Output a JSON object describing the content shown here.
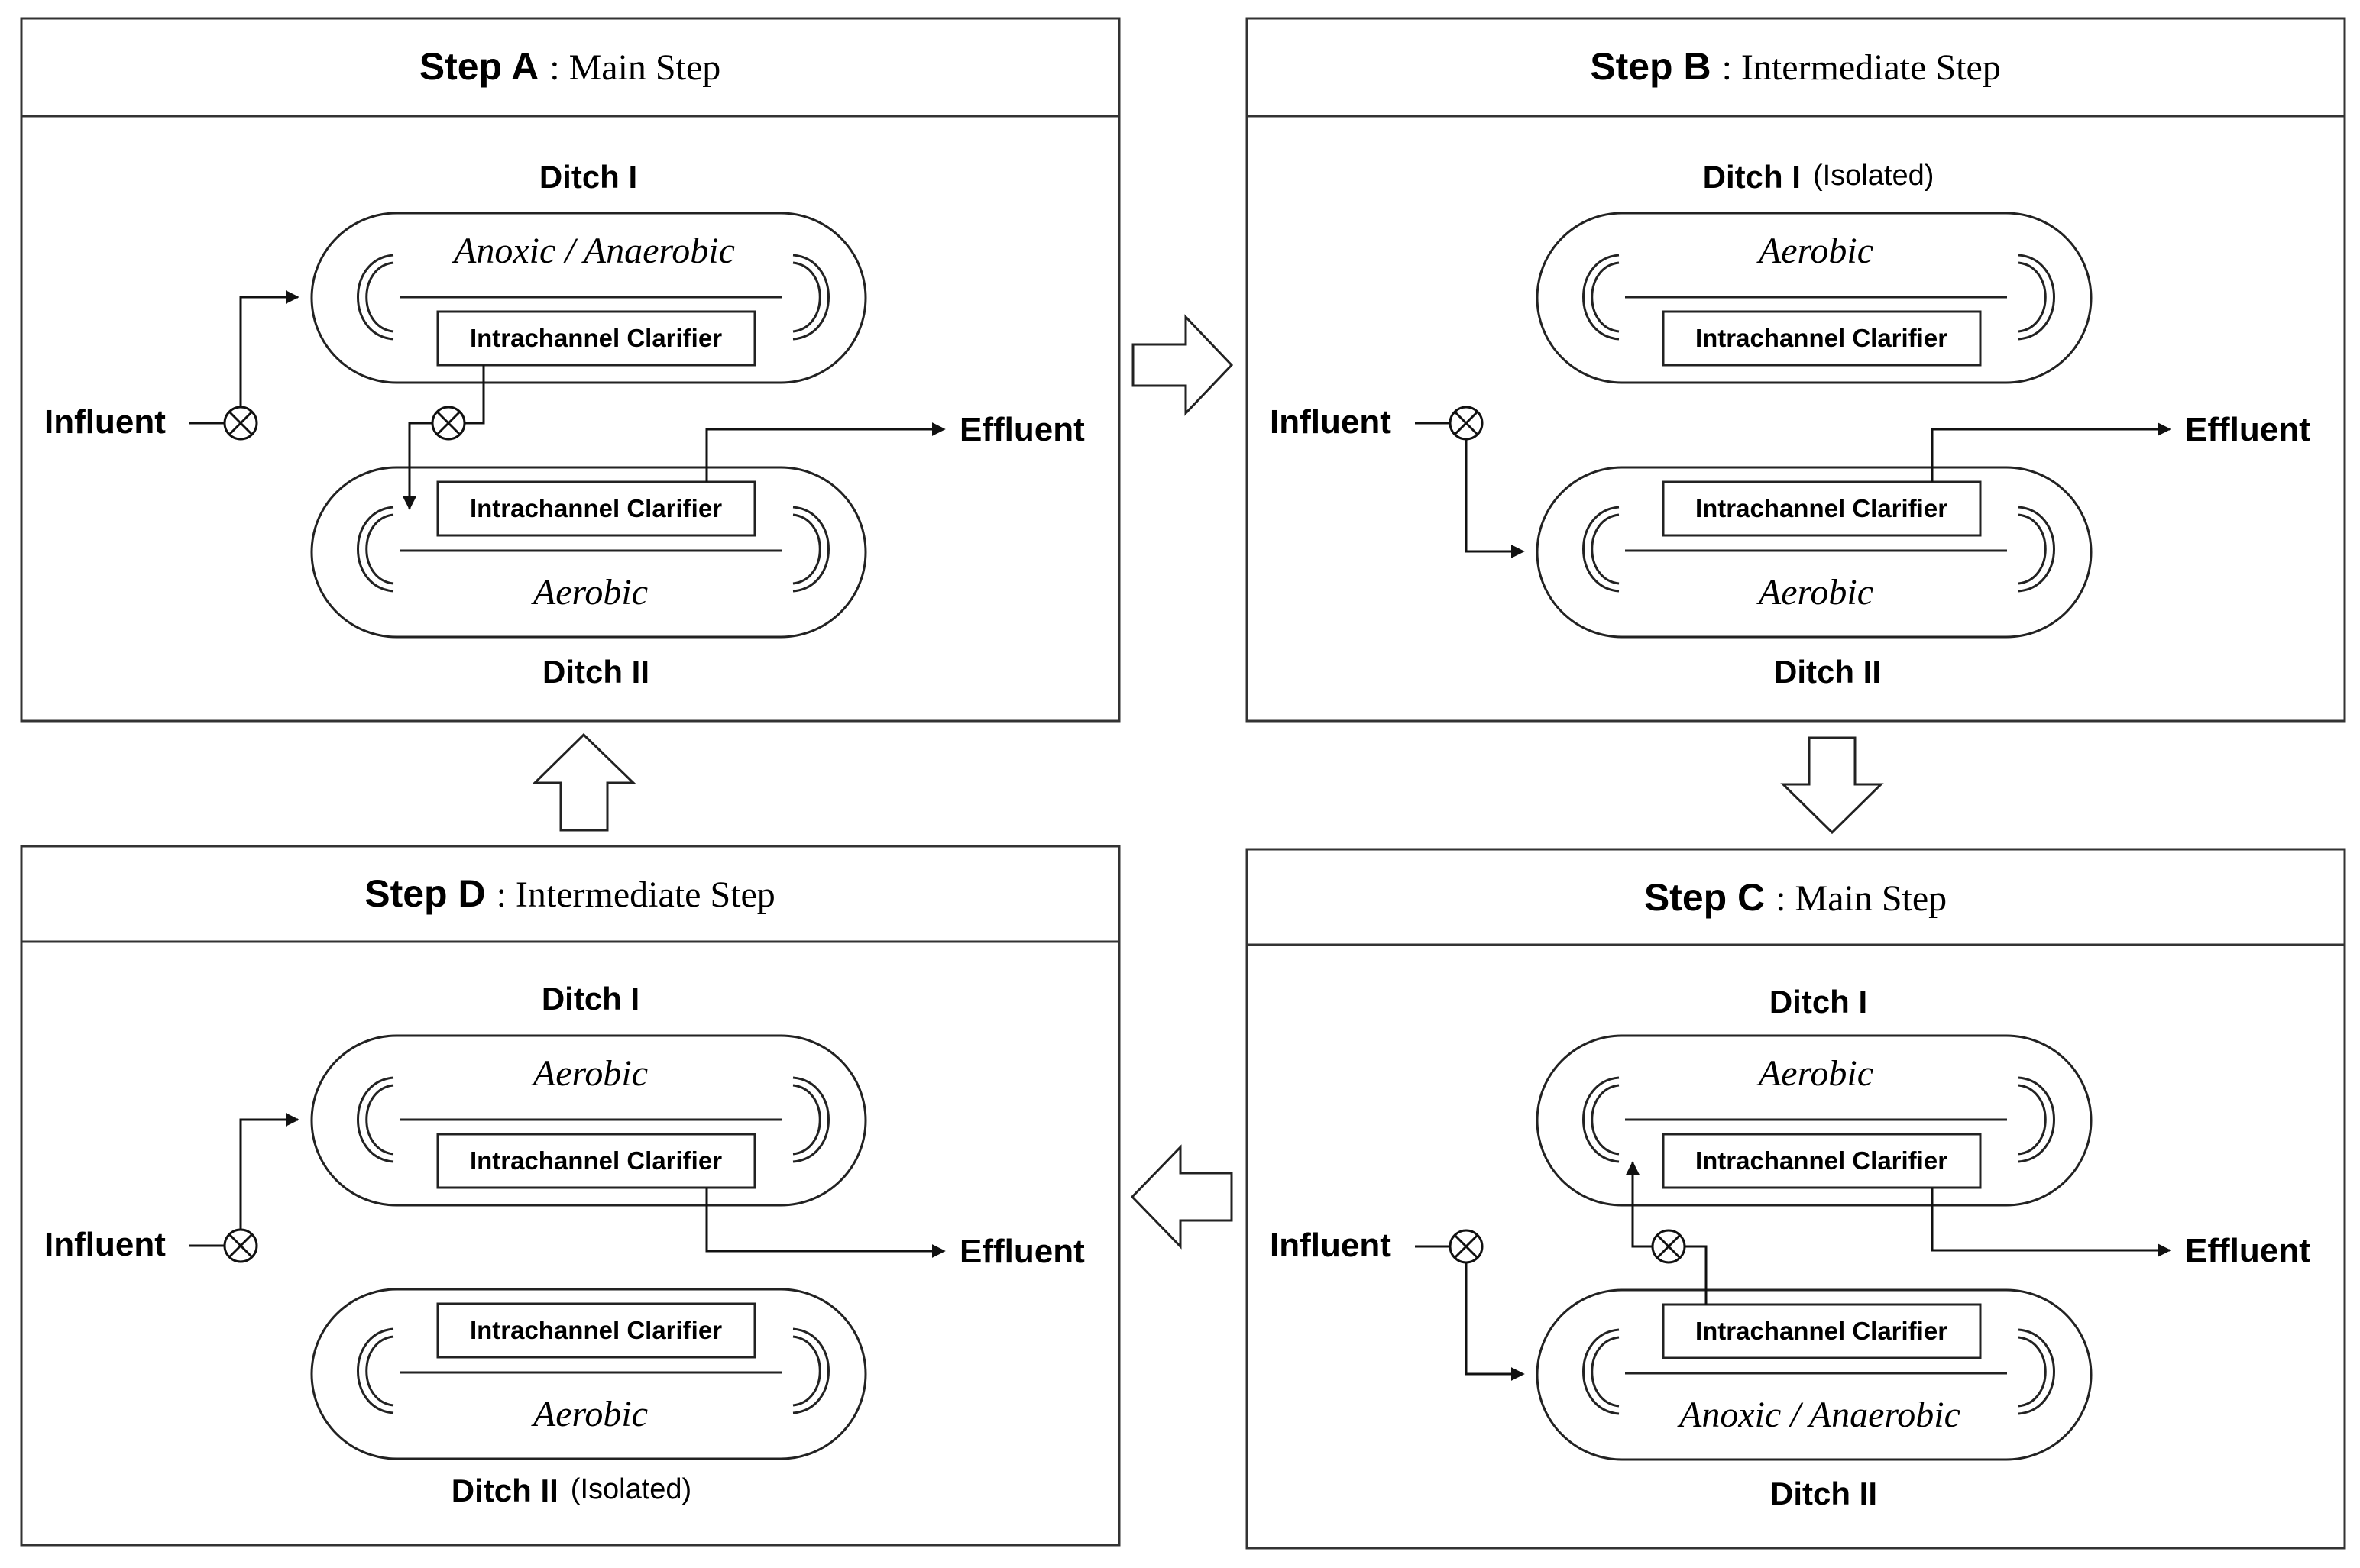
{
  "colors": {
    "line": "#222222",
    "header_border": "#333333",
    "background": "#ffffff"
  },
  "steps": {
    "a": {
      "title": "Step A",
      "subtitle": ": Main Step",
      "ditch1": {
        "label": "Ditch I",
        "note": "",
        "zone": "Anoxic / Anaerobic",
        "clarifier": "Intrachannel Clarifier"
      },
      "ditch2": {
        "label": "Ditch II",
        "note": "",
        "zone": "Aerobic",
        "clarifier": "Intrachannel Clarifier"
      },
      "influent": "Influent",
      "effluent": "Effluent"
    },
    "b": {
      "title": "Step B",
      "subtitle": ": Intermediate Step",
      "ditch1": {
        "label": "Ditch I",
        "note": "(Isolated)",
        "zone": "Aerobic",
        "clarifier": "Intrachannel Clarifier"
      },
      "ditch2": {
        "label": "Ditch II",
        "note": "",
        "zone": "Aerobic",
        "clarifier": "Intrachannel Clarifier"
      },
      "influent": "Influent",
      "effluent": "Effluent"
    },
    "c": {
      "title": "Step C",
      "subtitle": ": Main Step",
      "ditch1": {
        "label": "Ditch I",
        "note": "",
        "zone": "Aerobic",
        "clarifier": "Intrachannel Clarifier"
      },
      "ditch2": {
        "label": "Ditch II",
        "note": "",
        "zone": "Anoxic / Anaerobic",
        "clarifier": "Intrachannel Clarifier"
      },
      "influent": "Influent",
      "effluent": "Effluent"
    },
    "d": {
      "title": "Step D",
      "subtitle": ": Intermediate Step",
      "ditch1": {
        "label": "Ditch I",
        "note": "",
        "zone": "Aerobic",
        "clarifier": "Intrachannel Clarifier"
      },
      "ditch2": {
        "label": "Ditch II",
        "note": "(Isolated)",
        "zone": "Aerobic",
        "clarifier": "Intrachannel Clarifier"
      },
      "influent": "Influent",
      "effluent": "Effluent"
    }
  }
}
